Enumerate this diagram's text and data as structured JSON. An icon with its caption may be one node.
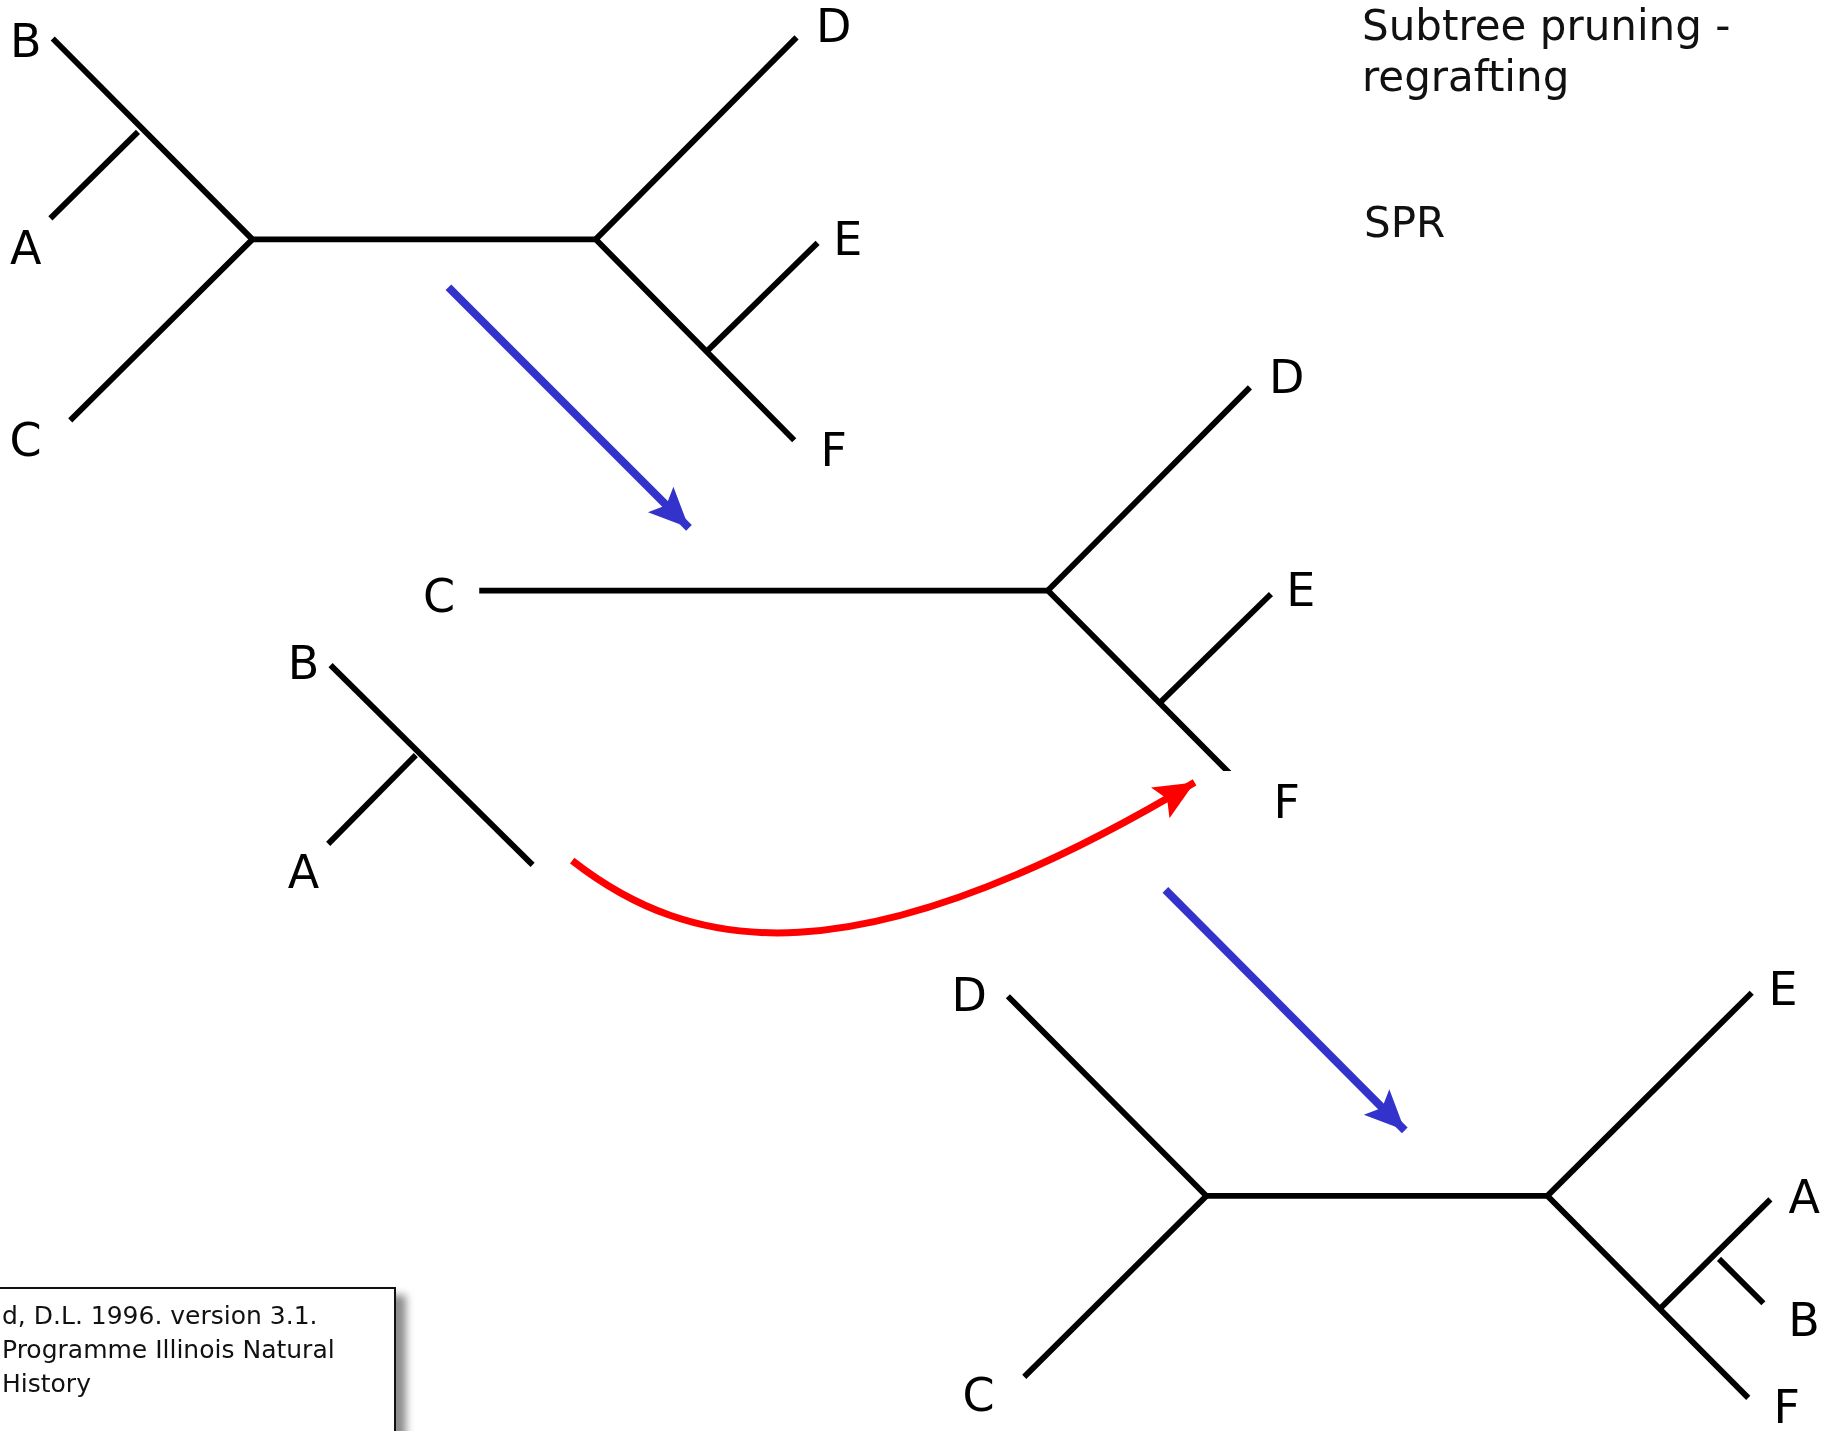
{
  "diagram": {
    "title": "Subtree pruning - regrafting",
    "nodes": [
      {
        "text": [
          "B",
          "A",
          "C",
          "D",
          "E",
          "F"
        ]
      },
      {
        "text": [
          "C",
          "D",
          "E",
          "F"
        ]
      },
      {
        "text": [
          "B",
          "A"
        ]
      },
      {
        "text": [
          "D",
          "C",
          "E",
          "A",
          "B",
          "F"
        ]
      }
    ],
    "edges": [
      {
        "from": 0,
        "to": 1,
        "arrow": "to"
      },
      {
        "from": 2,
        "to": 1,
        "arrow": "to",
        "color": "#ff0000"
      },
      {
        "from": 1,
        "to": 3,
        "arrow": "to"
      }
    ],
    "labels": [
      "SPR",
      "d, D.L. 1996. version 3.1. Programme Illinois Natural History"
    ]
  }
}
